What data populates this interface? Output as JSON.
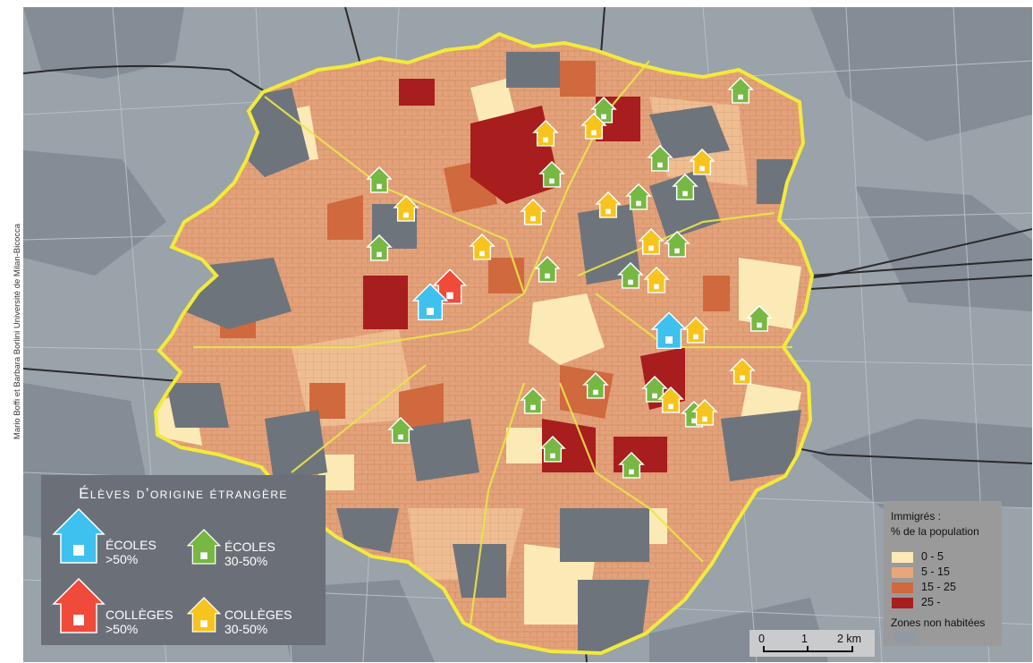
{
  "credit": "Mario Boffi et Barbara Borlini Université de Milan-Bicocca",
  "legend_schools": {
    "title": "Élèves d’origine étrangère",
    "items": [
      {
        "name": "ecoles-gt50",
        "line1": "ÉCOLES",
        "line2": ">50%",
        "color": "#3fc1ef",
        "icon": "house-icon"
      },
      {
        "name": "ecoles-30-50",
        "line1": "ÉCOLES",
        "line2": "30-50%",
        "color": "#76b843",
        "icon": "house-icon"
      },
      {
        "name": "colleges-gt50",
        "line1": "COLLÈGES",
        "line2": ">50%",
        "color": "#ef4a3a",
        "icon": "house-icon"
      },
      {
        "name": "colleges-30-50",
        "line1": "COLLÈGES",
        "line2": "30-50%",
        "color": "#f7c41d",
        "icon": "house-icon"
      }
    ]
  },
  "legend_population": {
    "title_line1": "Immigrés :",
    "title_line2": "% de la population",
    "classes": [
      {
        "label": "0 - 5",
        "color": "#fbe9b6"
      },
      {
        "label": "5 - 15",
        "color": "#e8a77a"
      },
      {
        "label": "15 - 25",
        "color": "#d0693d"
      },
      {
        "label": "25 -",
        "color": "#a81d1d"
      }
    ],
    "unpopulated_label": "Zones non habitées",
    "unpopulated_color": "#8f9aa4"
  },
  "scale": {
    "ticks": [
      "0",
      "1",
      "2 km"
    ]
  }
}
